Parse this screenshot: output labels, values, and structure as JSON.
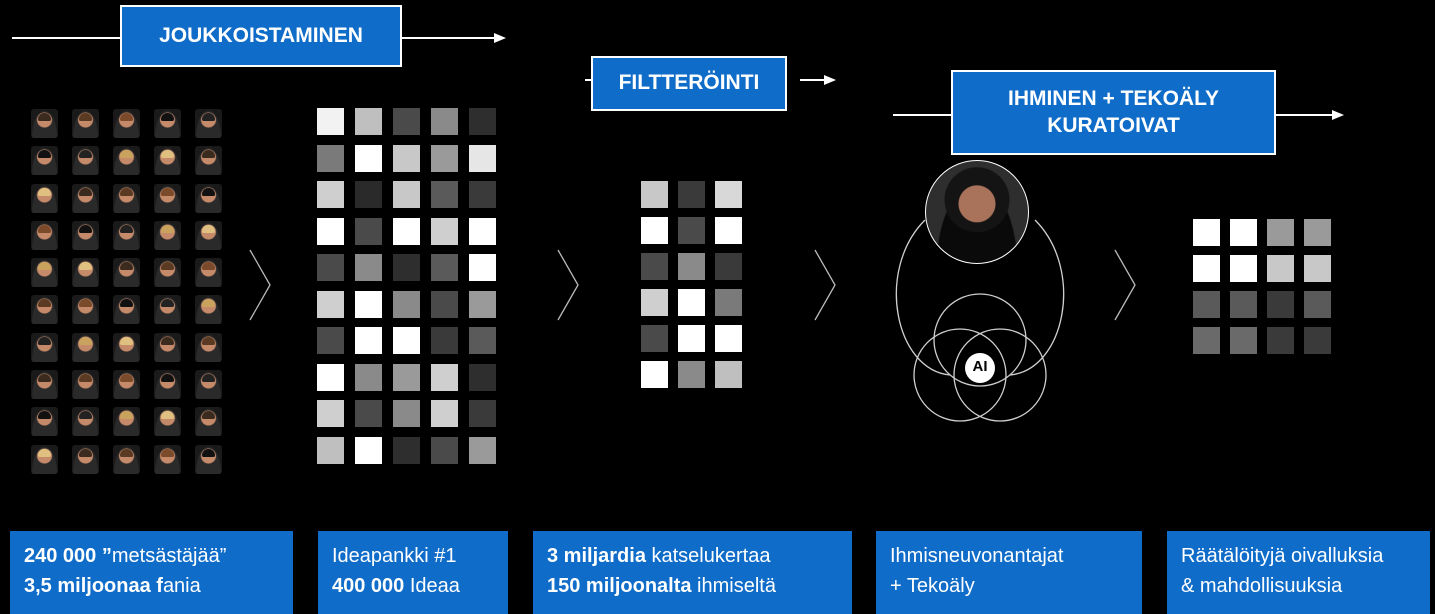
{
  "stages": [
    {
      "label": "JOUKKOISTAMINEN"
    },
    {
      "label": "FILTTERÖINTI"
    },
    {
      "label_line1": "IHMINEN + TEKOÄLY",
      "label_line2": "KURATOIVAT"
    }
  ],
  "ai_label": "AI",
  "info_boxes": [
    {
      "line1_bold": "240 000 ”",
      "line1_rest": "metsästäjää”",
      "line2_bold": "3,5 miljoonaa f",
      "line2_rest": "ania"
    },
    {
      "line1_bold": "",
      "line1_rest": "Ideapankki #1",
      "line2_bold": "400 000",
      "line2_rest": " Ideaa"
    },
    {
      "line1_bold": "3 miljardia",
      "line1_rest": " katselukertaa",
      "line2_bold": "150 miljoonalta",
      "line2_rest": " ihmiseltä"
    },
    {
      "line1_bold": "",
      "line1_rest": "Ihmisneuvonantajat",
      "line2_bold": "",
      "line2_rest": "+ Tekoäly"
    },
    {
      "line1_bold": "",
      "line1_rest": "Räätälöityjä oivalluksia",
      "line2_bold": "",
      "line2_rest": "& mahdollisuuksia"
    }
  ],
  "colors": {
    "accent": "#0f6cc8",
    "background": "#000000"
  },
  "icons": [
    "chevron-right-icon",
    "venn-ai-icon",
    "face-portrait-icon"
  ],
  "idea_grid_shades": [
    [
      "#f2f2f2",
      "#bfbfbf",
      "#4a4a4a",
      "#8a8a8a",
      "#2e2e2e"
    ],
    [
      "#7a7a7a",
      "#ffffff",
      "#c8c8c8",
      "#9a9a9a",
      "#e6e6e6"
    ],
    [
      "#cfcfcf",
      "#2a2a2a",
      "#c8c8c8",
      "#5a5a5a",
      "#3a3a3a"
    ],
    [
      "#ffffff",
      "#4a4a4a",
      "#ffffff",
      "#cfcfcf",
      "#ffffff"
    ],
    [
      "#4a4a4a",
      "#8a8a8a",
      "#2e2e2e",
      "#5a5a5a",
      "#ffffff"
    ],
    [
      "#cfcfcf",
      "#ffffff",
      "#8a8a8a",
      "#4a4a4a",
      "#9a9a9a"
    ],
    [
      "#4a4a4a",
      "#ffffff",
      "#ffffff",
      "#3a3a3a",
      "#5a5a5a"
    ],
    [
      "#ffffff",
      "#8a8a8a",
      "#9a9a9a",
      "#cfcfcf",
      "#2e2e2e"
    ],
    [
      "#cfcfcf",
      "#4a4a4a",
      "#8a8a8a",
      "#cfcfcf",
      "#3a3a3a"
    ],
    [
      "#bfbfbf",
      "#ffffff",
      "#2e2e2e",
      "#4a4a4a",
      "#9a9a9a"
    ]
  ],
  "filter_grid_shades": [
    [
      "#c8c8c8",
      "#3a3a3a",
      "#d8d8d8"
    ],
    [
      "#ffffff",
      "#4a4a4a",
      "#ffffff"
    ],
    [
      "#4a4a4a",
      "#8a8a8a",
      "#3a3a3a"
    ],
    [
      "#cfcfcf",
      "#ffffff",
      "#7a7a7a"
    ],
    [
      "#4a4a4a",
      "#ffffff",
      "#ffffff"
    ],
    [
      "#ffffff",
      "#8a8a8a",
      "#bfbfbf"
    ]
  ],
  "curated_grid_shades": [
    [
      "#ffffff",
      "#ffffff",
      "#9a9a9a",
      "#9a9a9a"
    ],
    [
      "#ffffff",
      "#ffffff",
      "#c8c8c8",
      "#c8c8c8"
    ],
    [
      "#5a5a5a",
      "#5a5a5a",
      "#3a3a3a",
      "#5a5a5a"
    ],
    [
      "#6a6a6a",
      "#6a6a6a",
      "#3a3a3a",
      "#3a3a3a"
    ]
  ],
  "face_hair_colors": [
    "#3b2a1e",
    "#c9a35e",
    "#111111",
    "#5a3a22",
    "#e0c080",
    "#222222",
    "#7a4a2a"
  ]
}
